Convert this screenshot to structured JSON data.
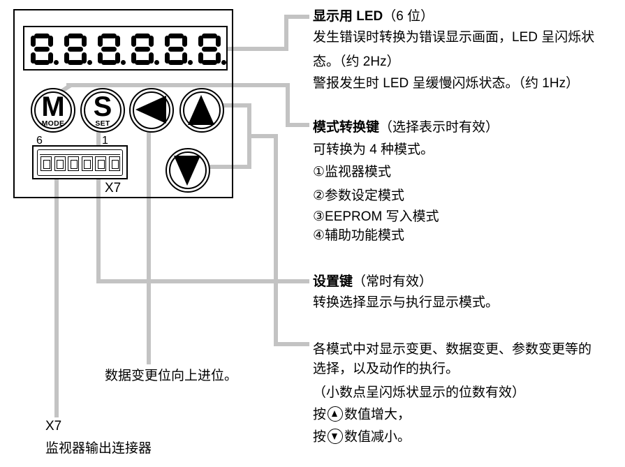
{
  "colors": {
    "callout_line": "#c3c3c3",
    "ink": "#000000"
  },
  "panel": {
    "display_value": "8.8.8.8.8.8.",
    "digits": [
      "8.",
      "8.",
      "8.",
      "8.",
      "8.",
      "8."
    ],
    "buttons": {
      "mode": {
        "letter": "M",
        "label": "MODE"
      },
      "set": {
        "letter": "S",
        "label": "SET"
      },
      "left": {
        "icon": "left-triangle"
      },
      "up": {
        "icon": "up-triangle"
      },
      "down": {
        "icon": "down-triangle"
      }
    },
    "connector": {
      "pin_left": "6",
      "pin_right": "1",
      "label": "X7",
      "pin_count": 6
    }
  },
  "annotations": {
    "led": {
      "title": "显示用 LED",
      "title_suffix": "（6 位）",
      "lines": [
        "发生错误时转换为错误显示画面，LED 呈闪烁状",
        "态。（约 2Hz）",
        "警报发生时 LED 呈缓慢闪烁状态。（约 1Hz）"
      ]
    },
    "mode_key": {
      "title": "模式转换键",
      "title_suffix": "（选择表示时有效）",
      "lines": [
        "可转换为 4 种模式。",
        "①监视器模式",
        "②参数设定模式",
        "③EEPROM 写入模式",
        "④辅助功能模式"
      ]
    },
    "set_key": {
      "title": "设置键",
      "title_suffix": "（常时有效）",
      "lines": [
        "转换选择显示与执行显示模式。"
      ]
    },
    "updown": {
      "lines": [
        "各模式中对显示变更、数据变更、参数变更等的",
        "选择，以及动作的执行。",
        "（小数点呈闪烁状显示的位数有效）"
      ],
      "press_up": {
        "prefix": "按",
        "suffix": "数值增大，"
      },
      "press_down": {
        "prefix": "按",
        "suffix": "数值减小。"
      }
    },
    "carry_note": "数据变更位向上进位。",
    "x7_label": "X7",
    "x7_desc": "监视器输出连接器"
  }
}
